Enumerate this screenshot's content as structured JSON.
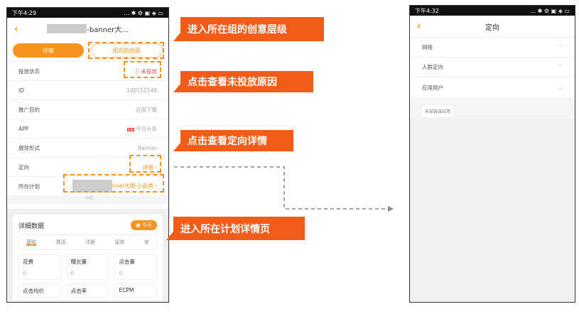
{
  "left_phone": {
    "status_time": "下午4:29",
    "status_icons": "... ✱ ⚙ ▣ ◈ ▭",
    "title_suffix": "-banner大...",
    "tabs": [
      "详情",
      "组内的创意"
    ],
    "rows": [
      {
        "label": "投放状态",
        "value": "未投放"
      },
      {
        "label": "ID",
        "value": "100152148"
      },
      {
        "label": "推广目的",
        "value": "应用下载"
      },
      {
        "label": "APP",
        "badge": "头条",
        "value": "今日头条"
      },
      {
        "label": "展现形式",
        "value": "Banner"
      },
      {
        "label": "定向",
        "value": "详细"
      },
      {
        "label": "所在计划",
        "value": "nner大图-小品类"
      }
    ],
    "collapse": "收起",
    "card": {
      "title": "详细数据",
      "date_btn": "今天",
      "tabs": [
        "基础",
        "激活",
        "注册",
        "留存",
        "安"
      ],
      "metrics": [
        {
          "label": "花费",
          "value": "0"
        },
        {
          "label": "曝光量",
          "value": "0"
        },
        {
          "label": "点击量",
          "value": "0"
        },
        {
          "label": "点击均价",
          "value": ""
        },
        {
          "label": "点击率",
          "value": ""
        },
        {
          "label": "ECPM",
          "value": ""
        }
      ]
    }
  },
  "callouts": [
    "进入所在组的创意层级",
    "点击查看未投放原因",
    "点击查看定向详情",
    "进入所在计划详情页"
  ],
  "right_phone": {
    "status_time": "下午4:32",
    "status_icons": "... ✱ ⚙ ▣ ◈ ▭",
    "title": "定向",
    "rows": [
      {
        "label": "网络",
        "state": "collapsed"
      },
      {
        "label": "人群定向",
        "state": "collapsed"
      },
      {
        "label": "应用用户",
        "state": "expanded"
      }
    ],
    "chip": "未安装该应用"
  },
  "colors": {
    "accent": "#f7931e",
    "callout": "#f25c19",
    "warning": "#ff5555"
  }
}
